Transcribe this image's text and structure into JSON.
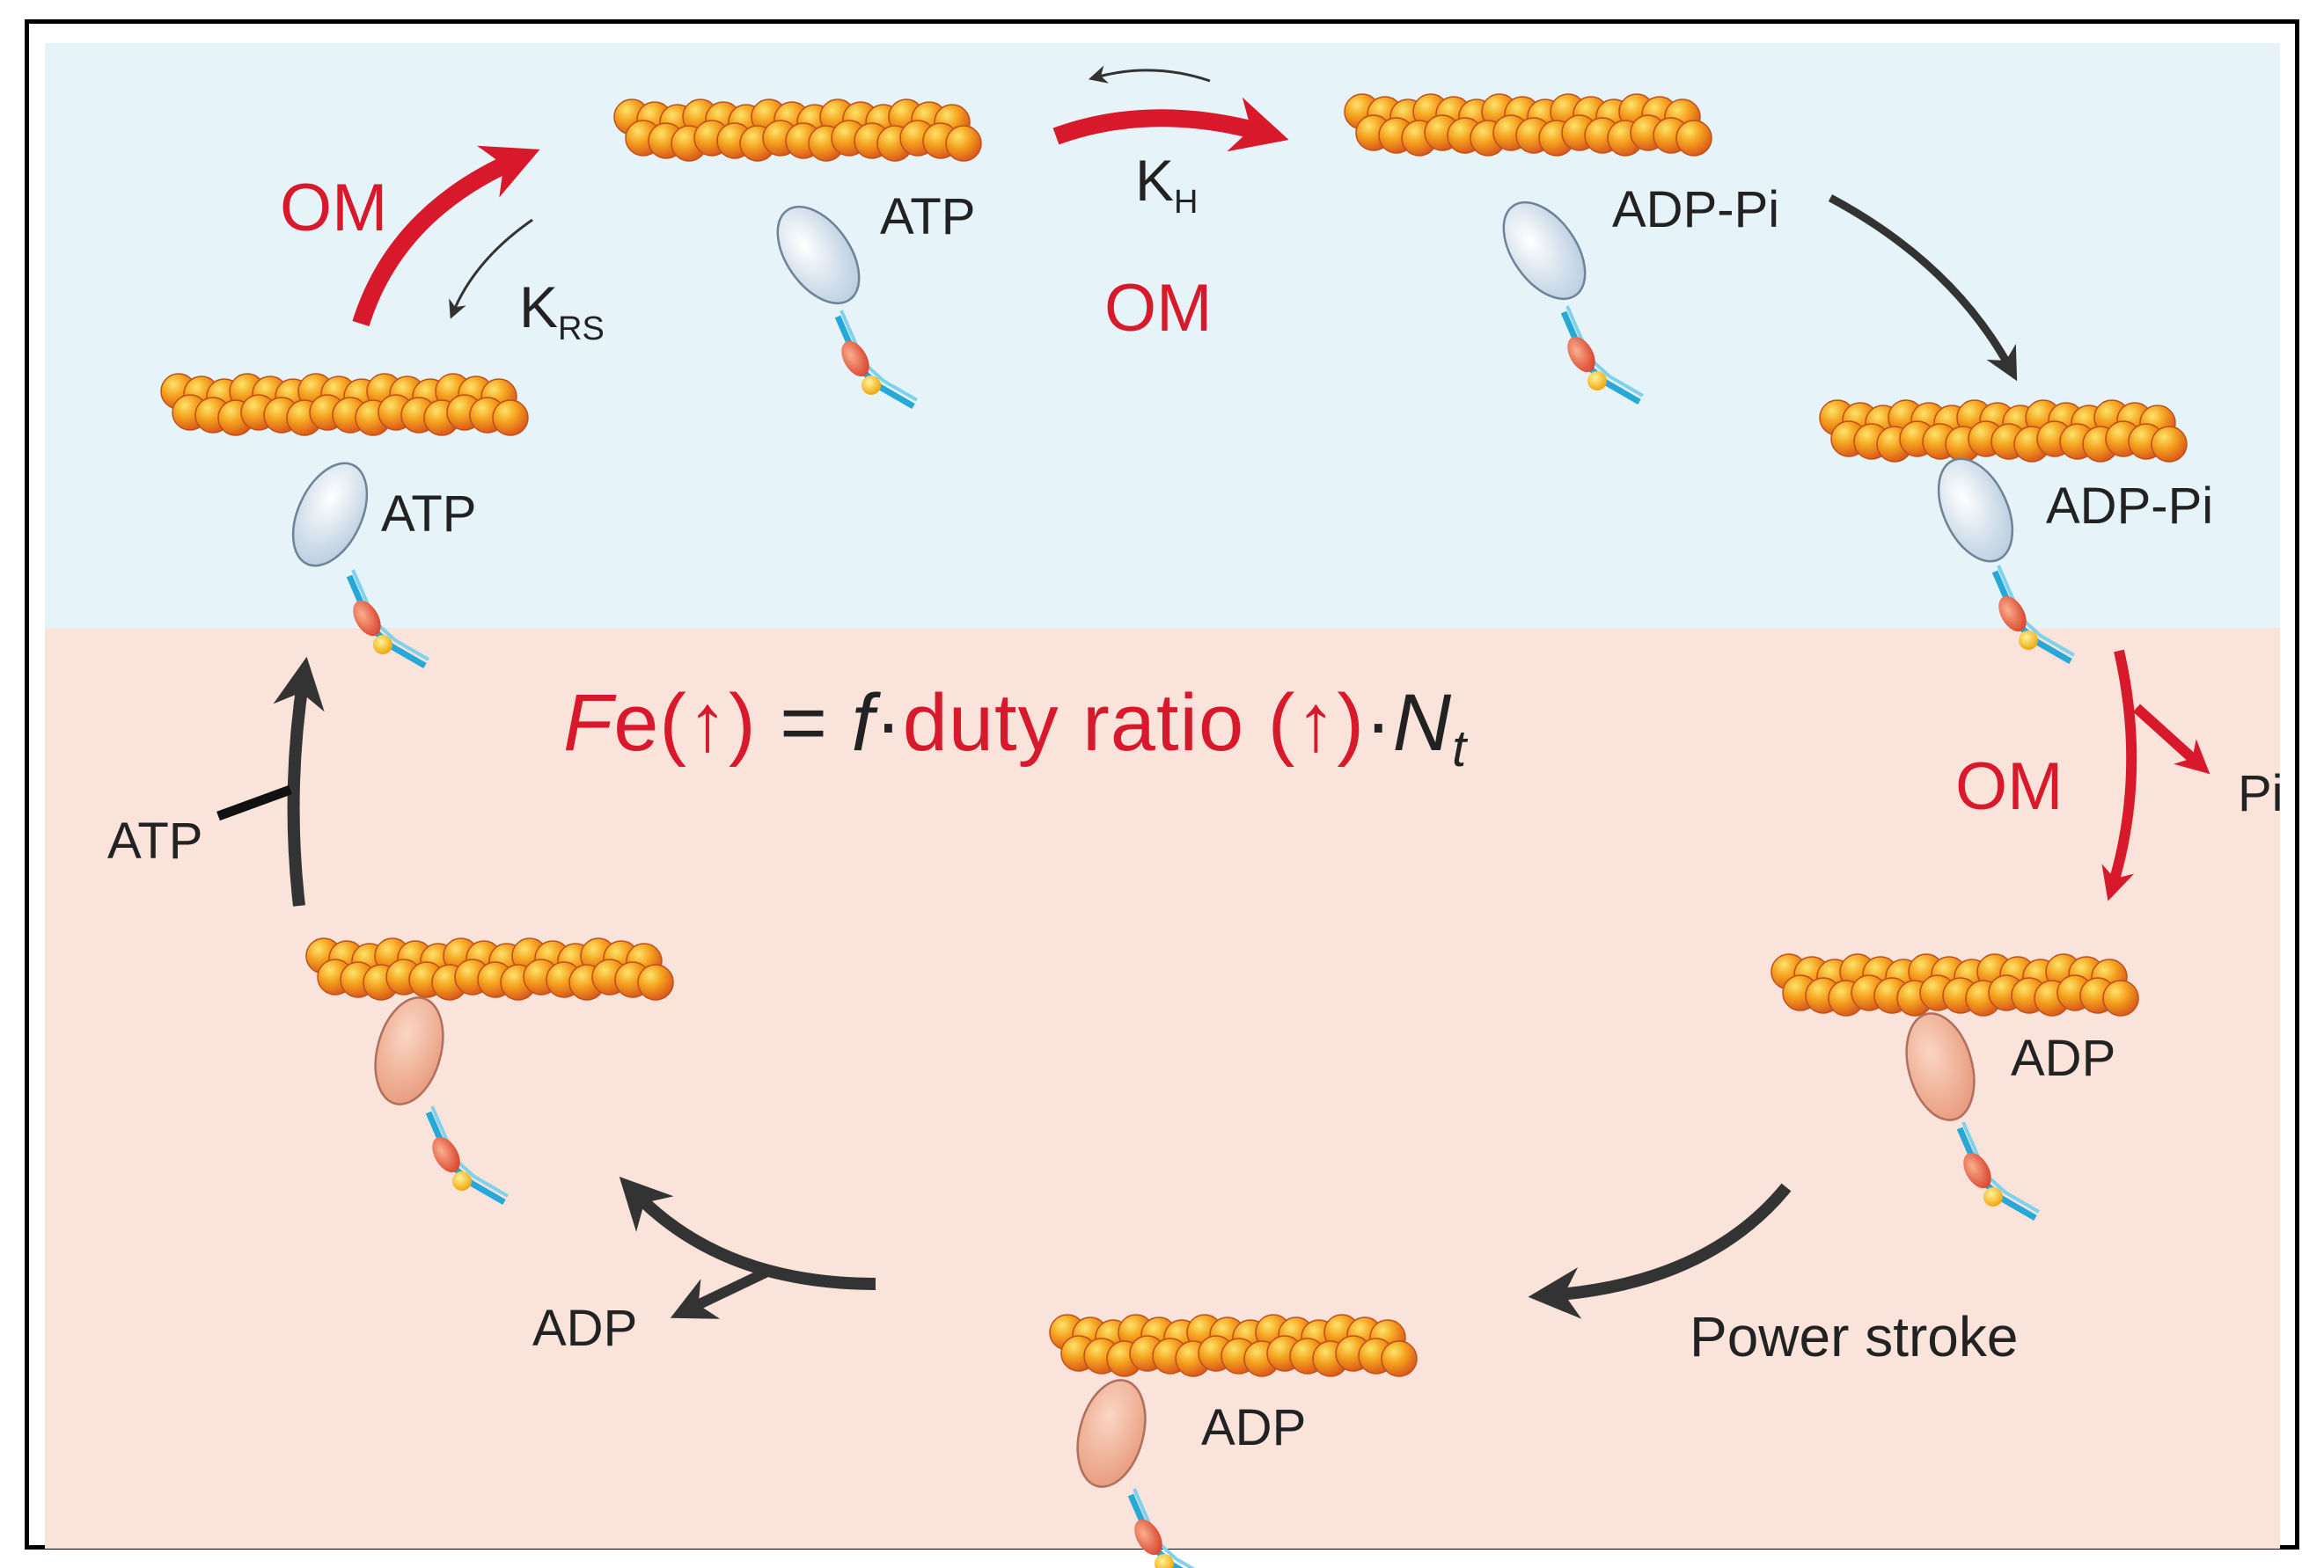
{
  "diagram": {
    "states": [
      {
        "id": "top-center",
        "ligand": "ATP"
      },
      {
        "id": "top-right",
        "ligand": "ADP-Pi"
      },
      {
        "id": "right-upper",
        "ligand": "ADP-Pi"
      },
      {
        "id": "left-upper",
        "ligand": "ATP"
      },
      {
        "id": "right-lower",
        "ligand": "ADP"
      },
      {
        "id": "bottom-center",
        "ligand": "ADP"
      },
      {
        "id": "left-lower",
        "ligand": ""
      }
    ],
    "labels": {
      "om_left": "OM",
      "om_center": "OM",
      "om_right": "OM",
      "k_rs_main": "K",
      "k_rs_sub": "RS",
      "k_h_main": "K",
      "k_h_sub": "H",
      "pi_release": "Pi",
      "power_stroke": "Power stroke",
      "adp_release": "ADP",
      "atp_binding": "ATP"
    },
    "equation": {
      "fe": "Fe",
      "up1": "(↑)",
      "equals": "=",
      "f": "f",
      "dot1": "·",
      "duty": "duty ratio",
      "up2": "(↑)",
      "dot2": "·",
      "n": "N",
      "n_sub": "t"
    },
    "colors": {
      "top_panel": "#e6f4fa",
      "bottom_panel": "#f9e3db",
      "om_red": "#d7192b",
      "dark_arrow": "#333333",
      "actin": "#f29a1a",
      "head_weak": "#d9e4ef",
      "head_strong": "#f0b095",
      "lever": "#27a8d6"
    }
  }
}
